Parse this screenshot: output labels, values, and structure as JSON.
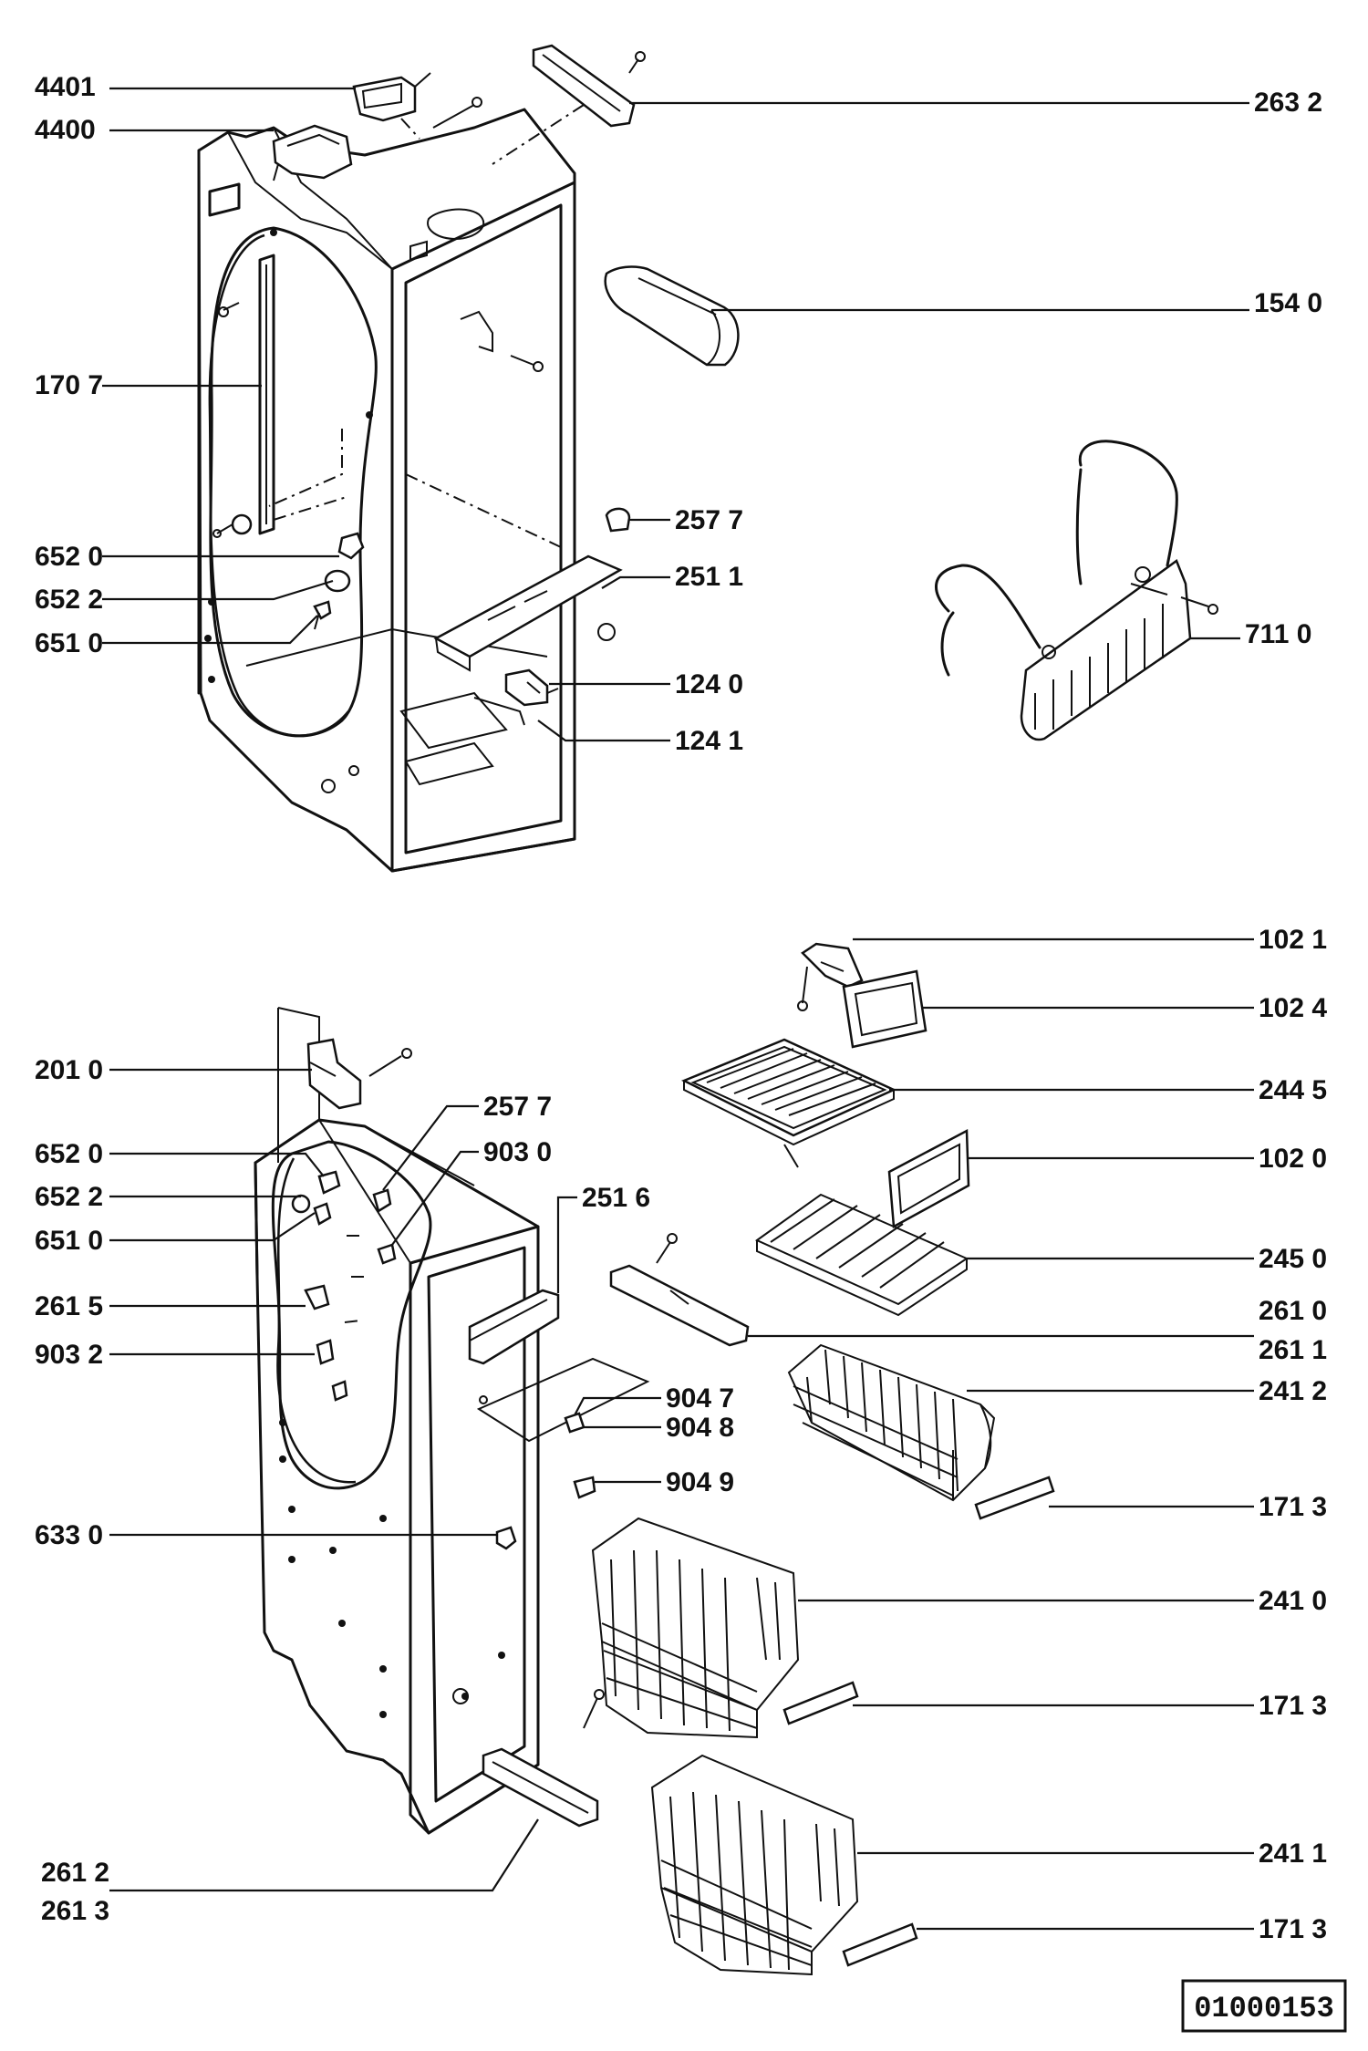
{
  "diagram_code": "01000153",
  "labels": {
    "l4401": "4401",
    "l4400": "4400",
    "l2632": "263 2",
    "l1540": "154 0",
    "l1707": "170 7",
    "l2577a": "257 7",
    "l2511": "251 1",
    "l6520a": "652 0",
    "l6522a": "652 2",
    "l6510a": "651 0",
    "l7110": "711 0",
    "l1240": "124 0",
    "l1241": "124 1",
    "l1021": "102 1",
    "l1024": "102 4",
    "l2010": "201 0",
    "l2445": "244 5",
    "l2577b": "257 7",
    "l9030": "903 0",
    "l6520b": "652 0",
    "l1020": "102 0",
    "l6522b": "652 2",
    "l2516": "251 6",
    "l6510b": "651 0",
    "l2450": "245 0",
    "l2615": "261 5",
    "l2610": "261 0",
    "l2611": "261 1",
    "l9032": "903 2",
    "l9047": "904 7",
    "l2412": "241 2",
    "l9048": "904 8",
    "l9049": "904 9",
    "l1713a": "171 3",
    "l6330": "633 0",
    "l2410": "241 0",
    "l1713b": "171 3",
    "l2411": "241 1",
    "l2612": "261 2",
    "l2613": "261 3",
    "l1713c": "171 3"
  }
}
